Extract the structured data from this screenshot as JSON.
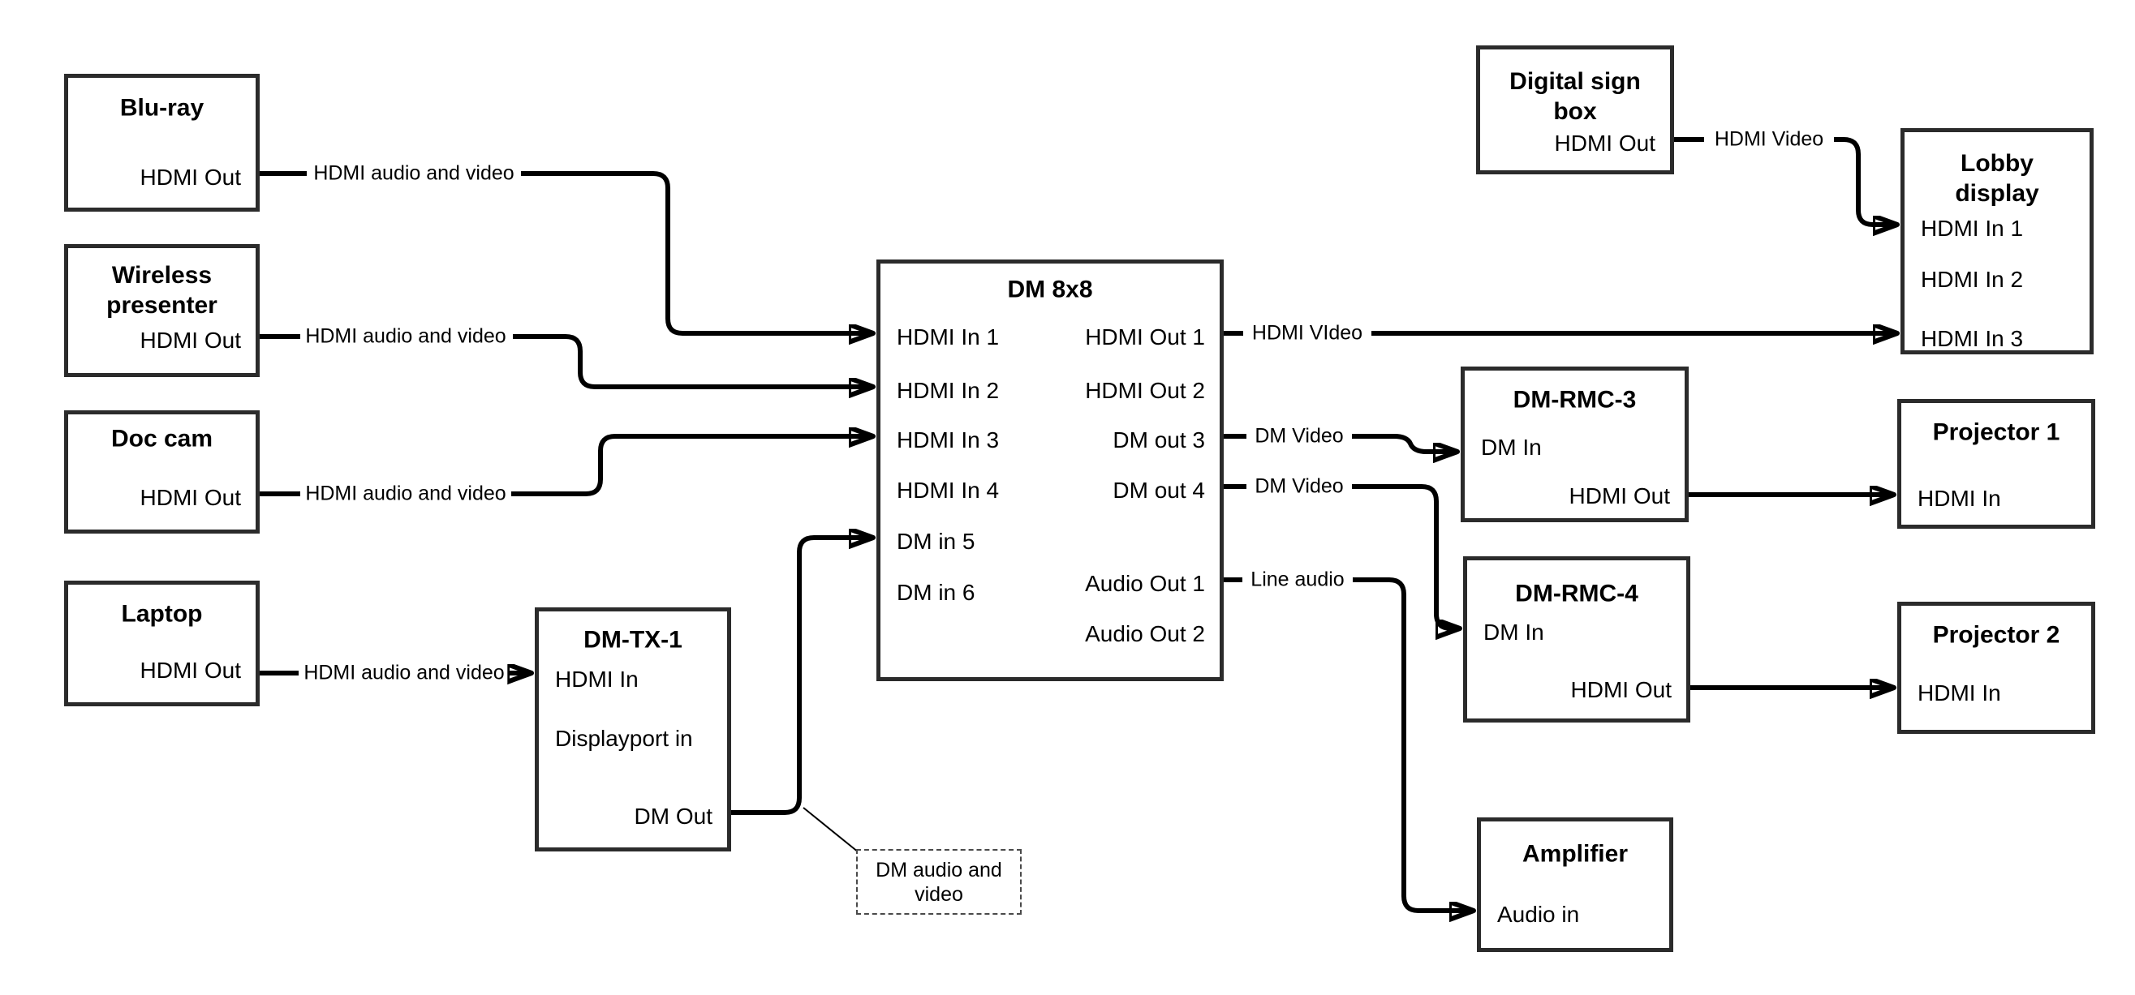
{
  "nodes": {
    "bluray": {
      "title": "Blu-ray",
      "ports": {
        "hdmi_out": "HDMI Out"
      }
    },
    "wireless": {
      "title": "Wireless presenter",
      "ports": {
        "hdmi_out": "HDMI Out"
      }
    },
    "doccam": {
      "title": "Doc cam",
      "ports": {
        "hdmi_out": "HDMI Out"
      }
    },
    "laptop": {
      "title": "Laptop",
      "ports": {
        "hdmi_out": "HDMI Out"
      }
    },
    "dmtx1": {
      "title": "DM-TX-1",
      "ports": {
        "hdmi_in": "HDMI In",
        "dp_in": "Displayport in",
        "dm_out": "DM Out"
      }
    },
    "dm8x8": {
      "title": "DM 8x8",
      "ports": {
        "hdmi_in_1": "HDMI In 1",
        "hdmi_in_2": "HDMI In 2",
        "hdmi_in_3": "HDMI In 3",
        "hdmi_in_4": "HDMI In 4",
        "dm_in_5": "DM in 5",
        "dm_in_6": "DM in 6",
        "hdmi_out_1": "HDMI Out 1",
        "hdmi_out_2": "HDMI Out 2",
        "dm_out_3": "DM out 3",
        "dm_out_4": "DM out 4",
        "audio_out_1": "Audio Out 1",
        "audio_out_2": "Audio Out 2"
      }
    },
    "signbox": {
      "title": "Digital sign box",
      "ports": {
        "hdmi_out": "HDMI Out"
      }
    },
    "lobby": {
      "title": "Lobby display",
      "ports": {
        "hdmi_in_1": "HDMI In 1",
        "hdmi_in_2": "HDMI In 2",
        "hdmi_in_3": "HDMI In 3"
      }
    },
    "rmc3": {
      "title": "DM-RMC-3",
      "ports": {
        "dm_in": "DM In",
        "hdmi_out": "HDMI Out"
      }
    },
    "proj1": {
      "title": "Projector 1",
      "ports": {
        "hdmi_in": "HDMI In"
      }
    },
    "rmc4": {
      "title": "DM-RMC-4",
      "ports": {
        "dm_in": "DM In",
        "hdmi_out": "HDMI Out"
      }
    },
    "proj2": {
      "title": "Projector 2",
      "ports": {
        "hdmi_in": "HDMI In"
      }
    },
    "amp": {
      "title": "Amplifier",
      "ports": {
        "audio_in": "Audio in"
      }
    }
  },
  "labels": {
    "bluray_line": "HDMI audio and video",
    "wireless_line": "HDMI audio and video",
    "doccam_line": "HDMI audio and video",
    "laptop_line": "HDMI audio and video",
    "hdmi_out1_line": "HDMI VIdeo",
    "sign_line": "HDMI Video",
    "dm_out3_line": "DM Video",
    "dm_out4_line": "DM Video",
    "audio_line": "Line audio",
    "callout": "DM audio and video"
  },
  "colors": {
    "wire": "#000000",
    "box_border": "#2b2b2b",
    "background": "#ffffff"
  }
}
